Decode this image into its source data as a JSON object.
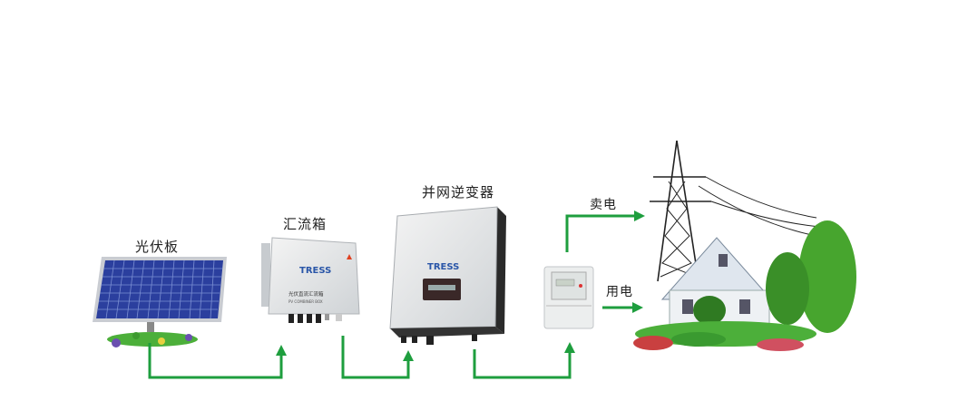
{
  "labels": {
    "solar_panel": "光伏板",
    "combiner_box": "汇流箱",
    "inverter": "并网逆变器",
    "sell_power": "卖电",
    "use_power": "用电"
  },
  "device_text": {
    "brand": "TRESS",
    "combiner_name": "光伏直流汇流箱",
    "combiner_en": "PV COMBINER BOX"
  },
  "colors": {
    "arrow": "#1e9e3e",
    "panel": "#2b3f9e"
  }
}
